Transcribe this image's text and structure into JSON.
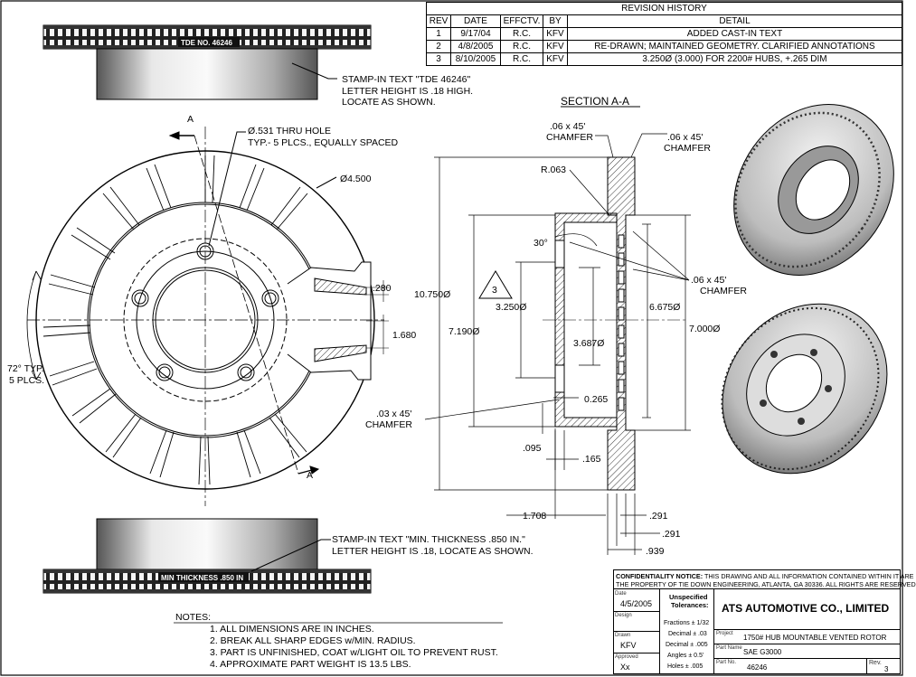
{
  "revision": {
    "title": "REVISION HISTORY",
    "headers": [
      "REV",
      "DATE",
      "EFFCTV.",
      "BY",
      "DETAIL"
    ],
    "rows": [
      [
        "1",
        "9/17/04",
        "R.C.",
        "KFV",
        "ADDED CAST-IN TEXT"
      ],
      [
        "2",
        "4/8/2005",
        "R.C.",
        "KFV",
        "RE-DRAWN; MAINTAINED GEOMETRY. CLARIFIED ANNOTATIONS"
      ],
      [
        "3",
        "8/10/2005",
        "R.C.",
        "KFV",
        "3.250Ø (3.000) FOR 2200# HUBS, +.265 DIM"
      ]
    ]
  },
  "top_view": {
    "band_text": "TDE NO. 46246",
    "note_line1": "STAMP-IN TEXT \"TDE 46246\"",
    "note_line2": "LETTER HEIGHT IS .18 HIGH.",
    "note_line3": "LOCATE AS SHOWN."
  },
  "bottom_view": {
    "band_text": "MIN THICKNESS .850 IN",
    "note_line1": "STAMP-IN TEXT \"MIN. THICKNESS .850 IN.\"",
    "note_line2": "LETTER HEIGHT IS .18, LOCATE AS SHOWN."
  },
  "front_view": {
    "section_mark": "A",
    "hole_note_line1": "Ø.531 THRU HOLE",
    "hole_note_line2": "TYP.- 5 PLCS., EQUALLY SPACED",
    "bolt_circle": "Ø4.500",
    "dim_280": ".280",
    "dim_1680": "1.680",
    "angle_line1": "72° TYP.",
    "angle_line2": "5 PLCS."
  },
  "section": {
    "title": "SECTION  A-A",
    "chamfer_top_left_1": ".06 x 45'",
    "chamfer_top_left_2": "CHAMFER",
    "chamfer_top_right_1": ".06 x 45'",
    "chamfer_top_right_2": "CHAMFER",
    "radius": "R.063",
    "angle": "30°",
    "chamfer_mid_1": ".06 x 45'",
    "chamfer_mid_2": "CHAMFER",
    "d10750": "10.750Ø",
    "d3250": "3.250Ø",
    "flag": "3",
    "d7190": "7.190Ø",
    "d3687": "3.687Ø",
    "d6675": "6.675Ø",
    "d7000": "7.000Ø",
    "d0265": "0.265",
    "chamfer_low_1": ".03 x 45'",
    "chamfer_low_2": "CHAMFER",
    "d095": ".095",
    "d165": ".165",
    "d1708": "1.708",
    "d291a": ".291",
    "d291b": ".291",
    "d939": ".939"
  },
  "notes": {
    "title": "NOTES:",
    "items": [
      "1.  ALL DIMENSIONS ARE IN INCHES.",
      "2.  BREAK ALL SHARP EDGES w/MIN. RADIUS.",
      "3.  PART IS UNFINISHED, COAT w/LIGHT OIL TO PREVENT RUST.",
      "4.  APPROXIMATE PART WEIGHT IS 13.5 LBS."
    ]
  },
  "title_block": {
    "conf_label": "CONFIDENTIALITY NOTICE:",
    "conf_text1": " THIS DRAWING AND ALL INFORMATION CONTAINED WITHIN IT ARE",
    "conf_text2": "THE PROPERTY OF TIE DOWN ENGINEERING, ATLANTA, GA 30336.  ALL RIGHTS ARE RESERVED",
    "date_label": "Date",
    "date": "4/5/2005",
    "design_label": "Design",
    "drawn_label": "Drawn",
    "drawn": "KFV",
    "approved_label": "Approved",
    "approved": "Xx",
    "tol_title1": "Unspecified",
    "tol_title2": "Tolerances:",
    "tol_fractions": "Fractions ± 1/32",
    "tol_decimal1": "Decimal ± .03",
    "tol_decimal2": "Decimal ± .005",
    "tol_angles": "Angles ± 0.5'",
    "tol_holes": "Holes ± .005",
    "company": "ATS AUTOMOTIVE CO., LIMITED",
    "project_label": "Project",
    "project": "1750# HUB MOUNTABLE VENTED ROTOR",
    "partname_label": "Part Name",
    "partname": "SAE G3000",
    "partno_label": "Part No.",
    "partno": "46246",
    "rev_label": "Rev.",
    "rev": "3"
  }
}
